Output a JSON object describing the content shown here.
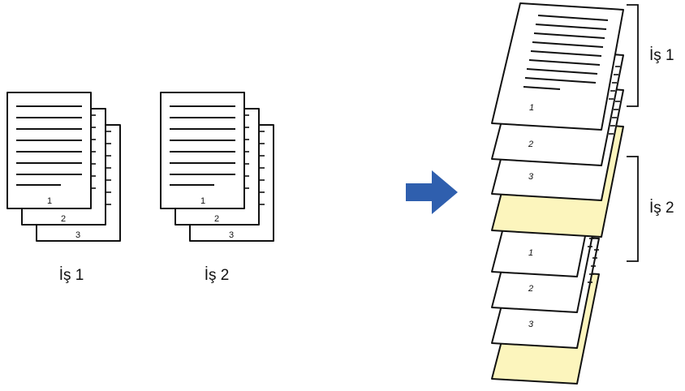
{
  "left_stacks": [
    {
      "label": "İş 1",
      "page_numbers": [
        "1",
        "2",
        "3"
      ]
    },
    {
      "label": "İş 2",
      "page_numbers": [
        "1",
        "2",
        "3"
      ]
    }
  ],
  "output_stack": {
    "job1": {
      "label": "İş 1",
      "page_numbers": [
        "1",
        "2",
        "3"
      ]
    },
    "job2": {
      "label": "İş 2",
      "page_numbers": [
        "1",
        "2",
        "3"
      ]
    }
  },
  "icons": {
    "arrow": "right-arrow-icon"
  },
  "colors": {
    "arrow": "#2f5fae",
    "separator_sheet": "#fcf5bd",
    "paper": "#ffffff",
    "line": "#111111"
  }
}
